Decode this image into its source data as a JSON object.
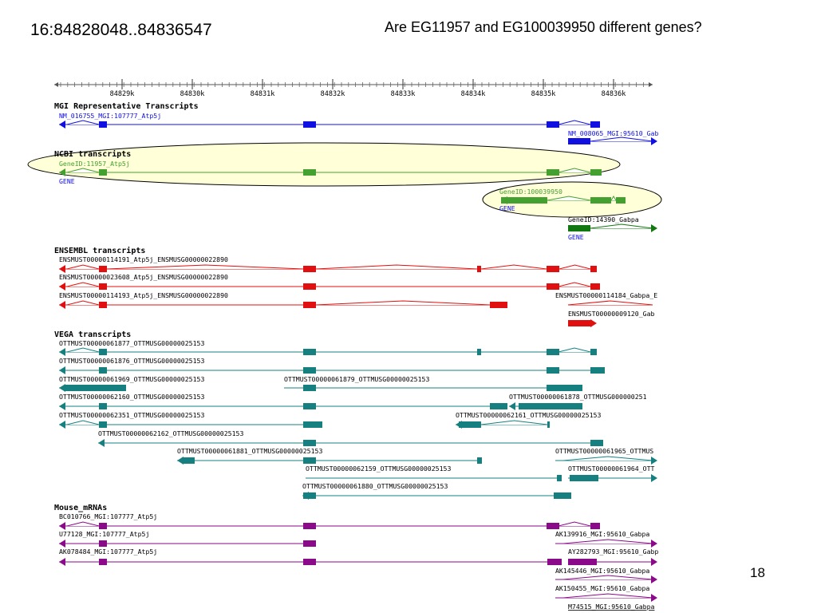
{
  "slide": {
    "title": "16:84828048..84836547",
    "question": "Are EG11957 and EG100039950 different genes?",
    "page_number": "18"
  },
  "ruler": {
    "ticks": [
      "84829k",
      "84830k",
      "84831k",
      "84832k",
      "84833k",
      "84834k",
      "84835k",
      "84836k"
    ]
  },
  "tracks": [
    {
      "id": "mgi",
      "title": "MGI Representative Transcripts",
      "color": "#1010e0",
      "rows": [
        {
          "label": "NM_016755_MGI:107777_Atp5j",
          "label2": "NM_008065_MGI:95610_Gab"
        }
      ]
    },
    {
      "id": "ncbi",
      "title": "NCBI transcripts",
      "color": "#44a030",
      "rows": [
        {
          "label": "GeneID:11957_Atp5j",
          "sub": "GENE"
        },
        {
          "label": "GeneID:100039950",
          "sub": "GENE"
        },
        {
          "label": "GeneID:14390_Gabpa",
          "sub": "GENE"
        }
      ]
    },
    {
      "id": "ensembl",
      "title": "ENSEMBL transcripts",
      "color": "#e01010",
      "rows": [
        {
          "label": "ENSMUST00000114191_Atp5j_ENSMUSG00000022890"
        },
        {
          "label": "ENSMUST00000023608_Atp5j_ENSMUSG00000022890"
        },
        {
          "label": "ENSMUST00000114193_Atp5j_ENSMUSG00000022890",
          "label2": "ENSMUST00000114184_Gabpa_E"
        },
        {
          "label": "ENSMUST00000009120_Gab"
        }
      ]
    },
    {
      "id": "vega",
      "title": "VEGA transcripts",
      "color": "#168080",
      "rows": [
        {
          "label": "OTTMUST00000061877_OTTMUSG00000025153"
        },
        {
          "label": "OTTMUST00000061876_OTTMUSG00000025153"
        },
        {
          "label": "OTTMUST00000061969_OTTMUSG00000025153",
          "label2": "OTTMUST00000061879_OTTMUSG00000025153"
        },
        {
          "label": "OTTMUST00000062160_OTTMUSG00000025153",
          "label2": "OTTMUST00000061878_OTTMUSG000000251"
        },
        {
          "label": "OTTMUST00000062351_OTTMUSG00000025153",
          "label2": "OTTMUST00000062161_OTTMUSG00000025153"
        },
        {
          "label": "OTTMUST00000062162_OTTMUSG00000025153"
        },
        {
          "label": "OTTMUST00000061881_OTTMUSG00000025153",
          "label2": "OTTMUST00000061965_OTTMUS"
        },
        {
          "label": "OTTMUST00000062159_OTTMUSG00000025153",
          "label2": "OTTMUST00000061964_OTT"
        },
        {
          "label": "OTTMUST00000061880_OTTMUSG00000025153"
        }
      ]
    },
    {
      "id": "mrna",
      "title": "Mouse_mRNAs",
      "color": "#8a0a8a",
      "rows": [
        {
          "label": "BC010766_MGI:107777_Atp5j"
        },
        {
          "label": "U77128_MGI:107777_Atp5j",
          "label2": "AK139916_MGI:95610_Gabpa"
        },
        {
          "label": "AK078484_MGI:107777_Atp5j",
          "label2": "AY282793_MGI:95610_Gabp"
        },
        {
          "label": "AK145446_MGI:95610_Gabpa"
        },
        {
          "label": "AK150455_MGI:95610_Gabpa"
        },
        {
          "label": "M74515_MGI:95610_Gabpa"
        }
      ]
    }
  ],
  "highlight": {
    "fill": "#ffffd8",
    "stroke": "#000000"
  }
}
